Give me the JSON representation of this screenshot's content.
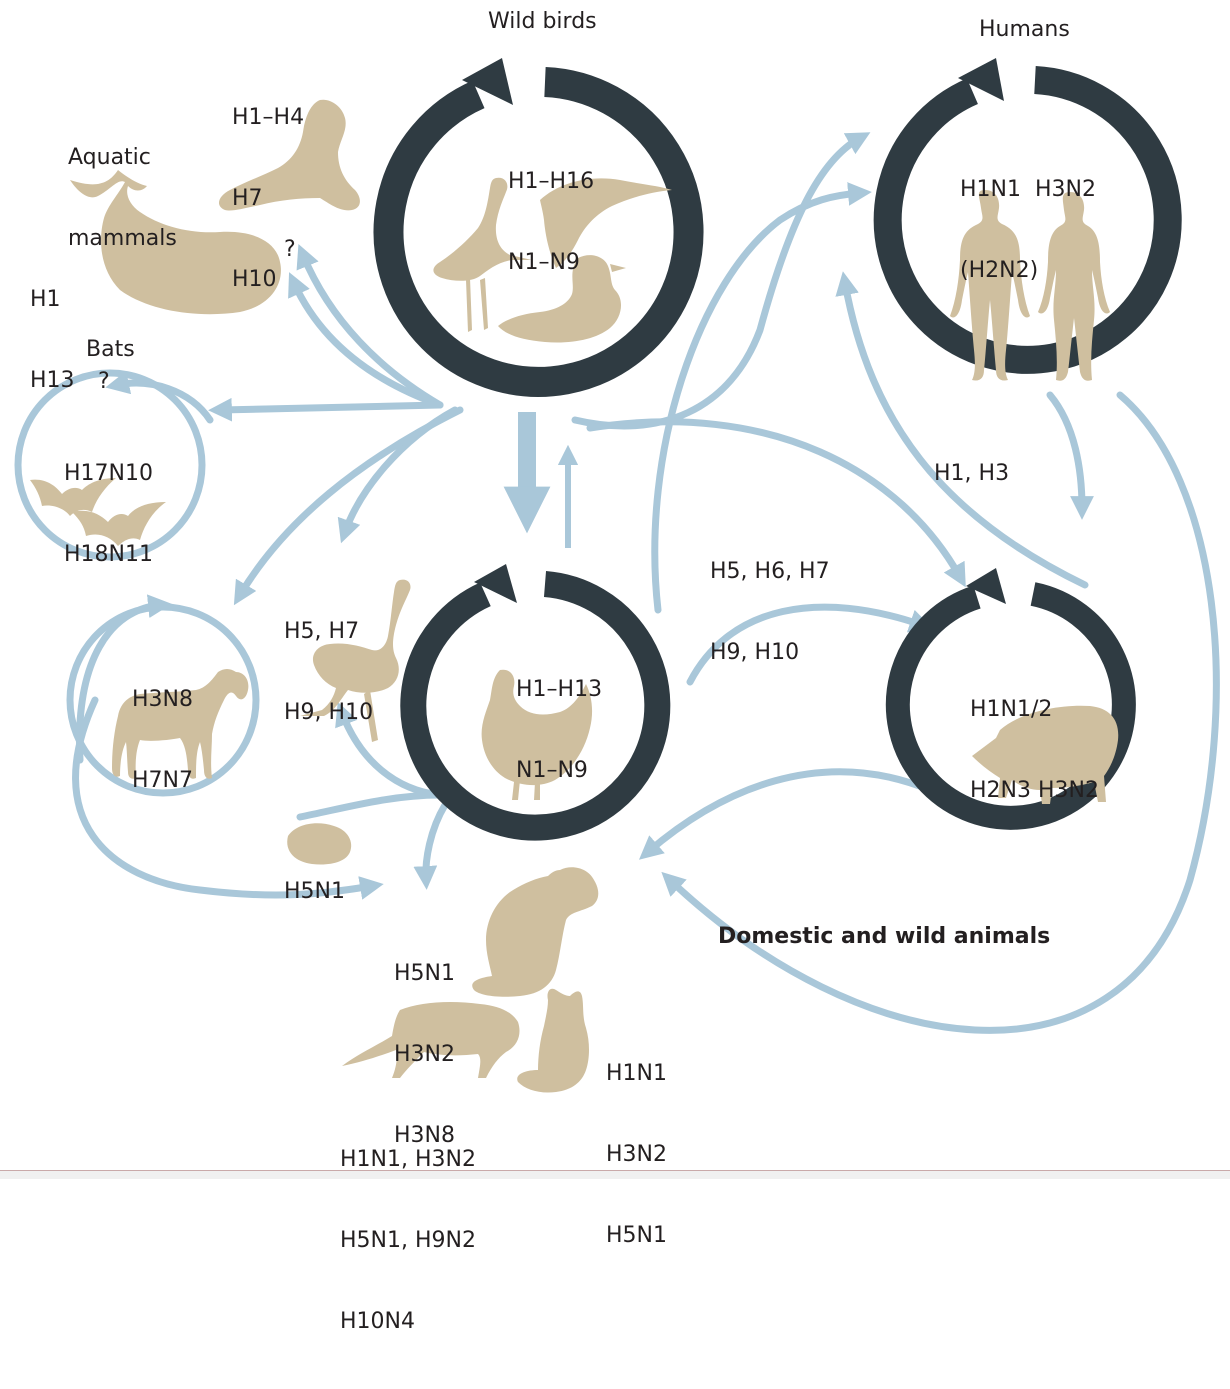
{
  "colors": {
    "cycle_ring": "#2f3b42",
    "arrow": "#a9c7d9",
    "silhouette": "#cfbf9f",
    "text": "#231f20"
  },
  "hosts": {
    "wild_birds": {
      "title": "Wild birds",
      "subtypes": [
        "H1–H16",
        "N1–N9"
      ]
    },
    "humans": {
      "title": "Humans",
      "subtypes_line1": "H1N1  H3N2",
      "subtypes_line2": "(H2N2)"
    },
    "poultry": {
      "subtypes": [
        "H1–H13",
        "N1–N9"
      ]
    },
    "pigs": {
      "subtypes": [
        "H1N1/2",
        "H2N3 H3N2"
      ]
    },
    "aquatic_mammals": {
      "title_lines": [
        "Aquatic",
        "mammals"
      ],
      "seal_subtypes": [
        "H1–H4",
        "H7",
        "H10"
      ],
      "whale_subtypes": [
        "H1",
        "H13"
      ],
      "question": "?"
    },
    "bats": {
      "title": "Bats",
      "question": "?",
      "subtypes": [
        "H17N10",
        "H18N11"
      ]
    },
    "horses": {
      "subtypes": [
        "H3N8",
        "H7N7"
      ]
    },
    "ostrich": {
      "subtypes": [
        "H5, H7",
        "H9, H10"
      ]
    },
    "guinea_pig": {
      "subtypes": [
        "H5N1"
      ]
    },
    "dog": {
      "subtypes": [
        "H5N1",
        "H3N2",
        "H3N8"
      ]
    },
    "cat": {
      "subtypes": [
        "H1N1",
        "H3N2",
        "H5N1"
      ]
    },
    "ferret": {
      "subtypes": [
        "H1N1, H3N2",
        "H5N1, H9N2",
        "H10N4"
      ]
    },
    "domestic_wild": {
      "title": "Domestic and wild animals"
    }
  },
  "transmission_labels": {
    "birds_to_pigs": [
      "H5, H6, H7",
      "H9, H10"
    ],
    "humans_to_pigs": "H1, H3"
  }
}
